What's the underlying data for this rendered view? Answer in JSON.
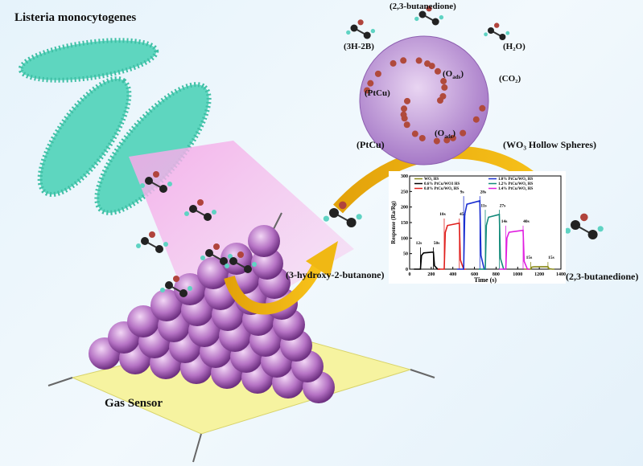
{
  "labels": {
    "bacteria": "Listeria monocytogenes",
    "sensor": "Gas Sensor",
    "reactant": "(3-hydroxy-2-butanone)",
    "product": "(2,3-butanedione)",
    "top_product": "(2,3-butanedione)",
    "h3_2b": "(3H-2B)",
    "h2o": "(H₂O)",
    "co2": "(CO₂)",
    "oads1": "(O",
    "oads2": "(O",
    "ads": "ads",
    "paren": ")",
    "ptcu1": "(PtCu)",
    "ptcu2": "(PtCu)",
    "wo3": "(WO₃ Hollow Spheres)"
  },
  "chart_data": {
    "type": "line",
    "xlabel": "Time (s)",
    "ylabel": "Response (Ra/Rg)",
    "xlim": [
      0,
      1400
    ],
    "ylim": [
      0,
      300
    ],
    "xticks": [
      "0",
      "200",
      "400",
      "600",
      "800",
      "1000",
      "1200",
      "1400"
    ],
    "yticks": [
      "0",
      "50",
      "100",
      "150",
      "200",
      "250",
      "300"
    ],
    "series": [
      {
        "name": "WO₃ HS",
        "color": "#8a8a1a",
        "start": 1120,
        "end": 1280,
        "peak": 8,
        "resp": "15s",
        "rec": "15s"
      },
      {
        "name": "0.6% PtCu/WO3 HS",
        "color": "#000000",
        "start": 100,
        "end": 220,
        "peak": 55,
        "resp": "12s",
        "rec": "50s"
      },
      {
        "name": "0.8% PtCu/WO₃ HS",
        "color": "#e0201e",
        "start": 320,
        "end": 460,
        "peak": 148,
        "resp": "10s",
        "rec": "45s"
      },
      {
        "name": "1.0% PtCu/WO₃ HS",
        "color": "#1a2fd0",
        "start": 500,
        "end": 650,
        "peak": 220,
        "resp": "9s",
        "rec": "28s"
      },
      {
        "name": "1.2% PtCu/WO₃ HS",
        "color": "#138a7a",
        "start": 700,
        "end": 830,
        "peak": 176,
        "resp": "11s",
        "rec": "27s"
      },
      {
        "name": "1.4% PtCu/WO₃ HS",
        "color": "#e01ee0",
        "start": 890,
        "end": 1050,
        "peak": 125,
        "resp": "14s",
        "rec": "40s"
      }
    ]
  }
}
